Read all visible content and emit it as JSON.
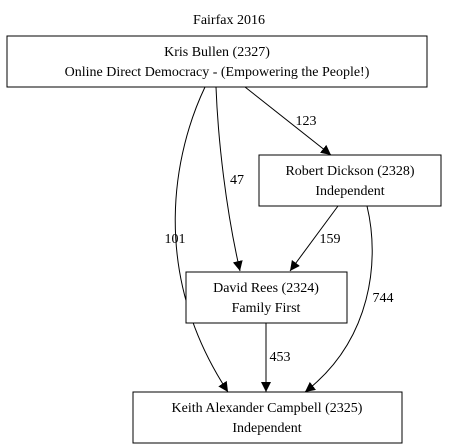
{
  "title": "Fairfax 2016",
  "nodes": [
    {
      "id": "n2327",
      "line1": "Kris Bullen (2327)",
      "line2": "Online Direct Democracy - (Empowering the People!)"
    },
    {
      "id": "n2328",
      "line1": "Robert Dickson (2328)",
      "line2": "Independent"
    },
    {
      "id": "n2324",
      "line1": "David Rees (2324)",
      "line2": "Family First"
    },
    {
      "id": "n2325",
      "line1": "Keith Alexander Campbell (2325)",
      "line2": "Independent"
    }
  ],
  "edges": [
    {
      "from": "n2327",
      "to": "n2328",
      "label": "123"
    },
    {
      "from": "n2327",
      "to": "n2324",
      "label": "47"
    },
    {
      "from": "n2327",
      "to": "n2325",
      "label": "101"
    },
    {
      "from": "n2328",
      "to": "n2324",
      "label": "159"
    },
    {
      "from": "n2328",
      "to": "n2325",
      "label": "744"
    },
    {
      "from": "n2324",
      "to": "n2325",
      "label": "453"
    }
  ]
}
